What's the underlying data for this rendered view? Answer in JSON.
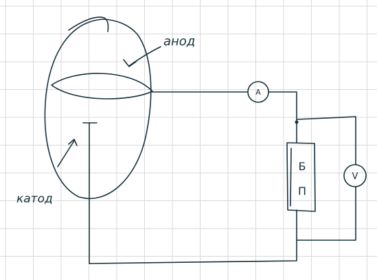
{
  "labels": {
    "anode": "анод",
    "cathode": "катод",
    "ammeter": "A",
    "voltmeter": "V",
    "battery_top": "Б",
    "battery_bottom": "П"
  },
  "colors": {
    "ink": "#16303a",
    "grid": "#d9d9d9",
    "paper": "#ffffff"
  }
}
